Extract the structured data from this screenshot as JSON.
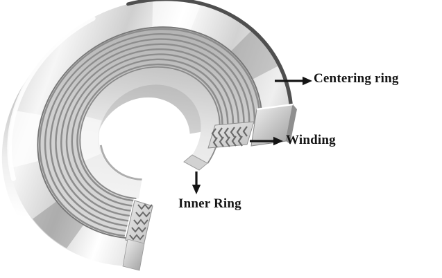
{
  "diagram": {
    "background": "#ffffff",
    "subject": "spiral-wound-gasket",
    "labels": {
      "centering_ring": "Centering ring",
      "winding": "Winding",
      "inner_ring": "Inner Ring"
    },
    "colors": {
      "label_text": "#151515",
      "arrow": "#151515",
      "metal_highlight": "#f7f7f7",
      "metal_mid": "#c2c2c2",
      "metal_shadow": "#4f4f4f",
      "winding_stripe": "#8d8d8d"
    }
  }
}
